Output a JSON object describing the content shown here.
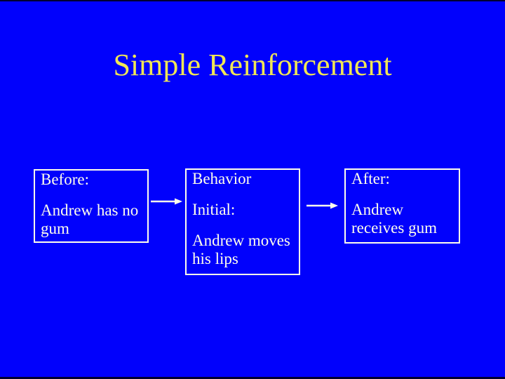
{
  "slide": {
    "title": "Simple Reinforcement",
    "colors": {
      "background": "#0101FC",
      "title_text": "#F0E655",
      "box_text": "#FFFFEB",
      "box_border": "#FFFFEB",
      "arrow": "#FFFFEB",
      "edge_strip": "#000030"
    }
  },
  "boxes": [
    {
      "name": "before",
      "paragraphs": {
        "label": "Before:",
        "body": "Andrew has no gum"
      }
    },
    {
      "name": "behavior",
      "paragraphs": {
        "label": "Behavior",
        "sublabel": "Initial:",
        "body": "Andrew moves his lips"
      }
    },
    {
      "name": "after",
      "paragraphs": {
        "label": "After:",
        "body": "Andrew receives gum"
      }
    }
  ],
  "arrows": [
    {
      "name": "before-to-behavior",
      "direction": "right"
    },
    {
      "name": "behavior-to-after",
      "direction": "right"
    }
  ]
}
